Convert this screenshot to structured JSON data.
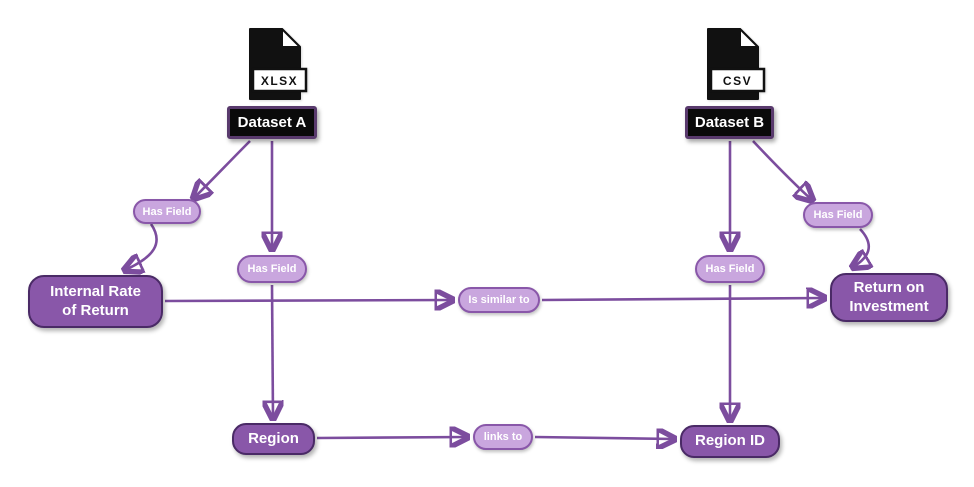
{
  "diagram": {
    "datasets": [
      {
        "label": "Dataset A",
        "file_type": "XLSX"
      },
      {
        "label": "Dataset B",
        "file_type": "CSV"
      }
    ],
    "fields": [
      {
        "label": "Internal Rate of Return",
        "lines": [
          "Internal Rate",
          "of Return"
        ]
      },
      {
        "label": "Return on Investment",
        "lines": [
          "Return on",
          "Investment"
        ]
      },
      {
        "label": "Region",
        "lines": [
          "Region"
        ]
      },
      {
        "label": "Region ID",
        "lines": [
          "Region ID"
        ]
      }
    ],
    "edges": [
      {
        "from": "Dataset A",
        "to": "Internal Rate of Return",
        "label": "Has Field"
      },
      {
        "from": "Dataset A",
        "to": "Region",
        "label": "Has Field"
      },
      {
        "from": "Dataset B",
        "to": "Region ID",
        "label": "Has Field"
      },
      {
        "from": "Dataset B",
        "to": "Return on Investment",
        "label": "Has Field"
      },
      {
        "from": "Internal Rate of Return",
        "to": "Return on Investment",
        "label": "Is similar to"
      },
      {
        "from": "Region",
        "to": "Region ID",
        "label": "links to"
      }
    ],
    "colors": {
      "node_fill": "#8957a9",
      "node_border": "#4a2a66",
      "node_text": "#ffffff",
      "edge_label_fill": "#c9a6de",
      "edge_label_border": "#8957a9",
      "edge_label_text": "#ffffff",
      "edge_line": "#7c4d9e",
      "dataset_fill": "#0a0a0a",
      "dataset_border": "#593a6d",
      "dataset_text": "#ffffff",
      "file_icon": "#111111"
    }
  }
}
